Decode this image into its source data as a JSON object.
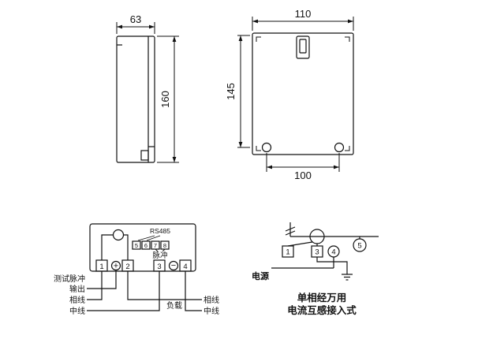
{
  "meta": {
    "background_color": "#ffffff",
    "line_color": "#111111",
    "drawing_type": "energy-meter dimension and wiring diagrams"
  },
  "dimension_views": {
    "side_view": {
      "width": "63",
      "height": "160"
    },
    "front_view": {
      "top_width": "110",
      "height": "145",
      "hole_spacing": "100"
    }
  },
  "wiring_direct": {
    "rs485_label": "RS485",
    "pulse_label": "脉冲",
    "terminal_1": "1",
    "terminal_2": "2",
    "terminal_3": "3",
    "terminal_4": "4",
    "terminal_5": "5",
    "terminal_6": "6",
    "terminal_7": "7",
    "terminal_8": "8",
    "plus": "+",
    "minus": "−",
    "test_pulse_line1": "测试脉冲",
    "test_pulse_line2": "输出",
    "phase_in": "相线",
    "neutral_in": "中线",
    "load_label": "负载",
    "phase_out": "相线",
    "neutral_out": "中线"
  },
  "wiring_ct": {
    "terminal_1": "1",
    "terminal_3": "3",
    "terminal_4": "4",
    "terminal_5": "5",
    "power_label": "电源",
    "caption_line1": "单相经万用",
    "caption_line2": "电流互感接入式"
  }
}
